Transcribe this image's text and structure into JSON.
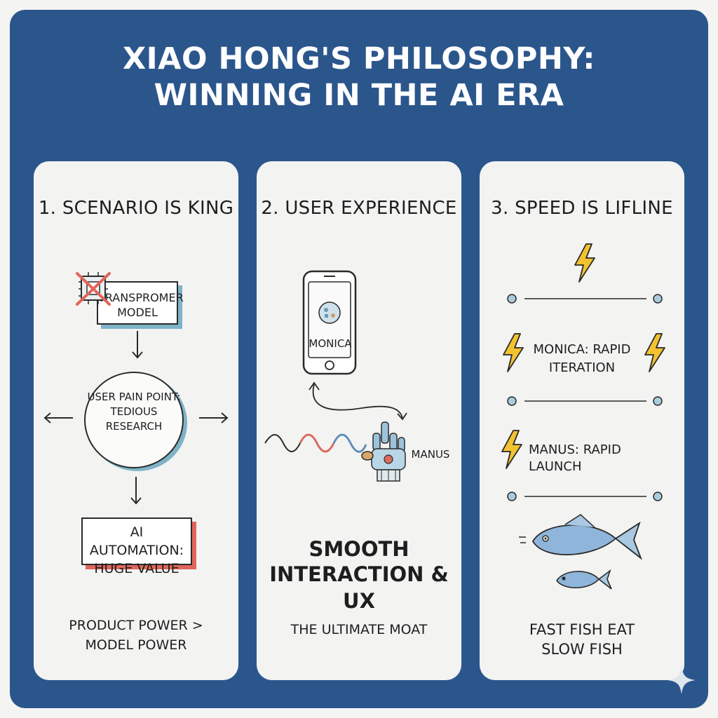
{
  "header": {
    "title_line1": "XIAO HONG'S PHILOSOPHY:",
    "title_line2": "WINNING IN THE AI ERA"
  },
  "panels": [
    {
      "title": "1. SCENARIO IS KING",
      "model_box_label": "TRANSPROMER MODEL",
      "pain_point_label": "USER PAIN POINT: TEDIOUS RESEARCH",
      "automation_label": "AI AUTOMATION: HUGE VALUE",
      "caption_line1": "PRODUCT POWER >",
      "caption_line2": "MODEL POWER"
    },
    {
      "title": "2. USER EXPERIENCE",
      "phone_label": "MONICA",
      "hand_label": "MANUS",
      "headline_line1": "SMOOTH",
      "headline_line2": "INTERACTION & UX",
      "caption": "THE ULTIMATE MOAT"
    },
    {
      "title": "3. SPEED IS LIFLINE",
      "item1": "MONICA: RAPID ITERATION",
      "item2": "MANUS: RAPID LAUNCH",
      "caption_line1": "FAST FISH EAT",
      "caption_line2": "SLOW FISH"
    }
  ],
  "icons": [
    "chip-crossed-icon",
    "phone-icon",
    "robot-hand-icon",
    "wave-icon",
    "lightning-icon",
    "fish-icon",
    "sparkle-icon"
  ],
  "colors": {
    "background": "#2b568c",
    "panel": "#f3f3f2",
    "accent_blue": "#7fb3c8",
    "accent_red": "#e0665a",
    "lightning": "#f2c230"
  }
}
